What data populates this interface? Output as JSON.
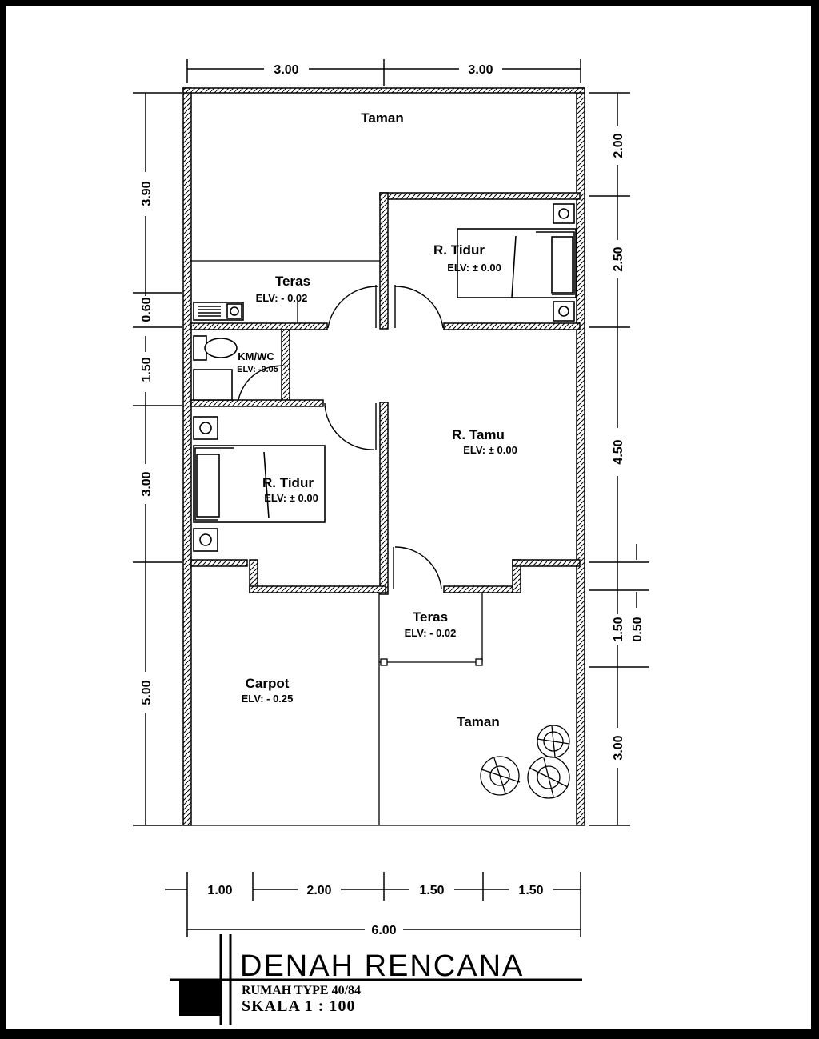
{
  "rooms": {
    "taman_top": "Taman",
    "teras_top": "Teras",
    "teras_top_elv": "ELV: - 0.02",
    "tidur_1": "R. Tidur",
    "tidur_1_elv": "ELV: ± 0.00",
    "kmwc": "KM/WC",
    "kmwc_elv": "ELV: -0.05",
    "tamu": "R. Tamu",
    "tamu_elv": "ELV: ± 0.00",
    "tidur_2": "R. Tidur",
    "tidur_2_elv": "ELV: ± 0.00",
    "teras_front": "Teras",
    "teras_front_elv": "ELV: - 0.02",
    "carpot": "Carpot",
    "carpot_elv": "ELV: - 0.25",
    "taman_bottom": "Taman"
  },
  "dimensions": {
    "top": [
      "3.00",
      "3.00"
    ],
    "left": [
      "3.90",
      "0.60",
      "1.50",
      "3.00",
      "5.00"
    ],
    "right": [
      "2.00",
      "2.50",
      "4.50",
      "1.50",
      "0.50",
      "3.00"
    ],
    "bottom": [
      "1.00",
      "2.00",
      "1.50",
      "1.50"
    ],
    "total_width": "6.00"
  },
  "title_block": {
    "title": "DENAH RENCANA",
    "subtitle": "RUMAH TYPE 40/84",
    "scale": "SKALA 1 : 100"
  }
}
